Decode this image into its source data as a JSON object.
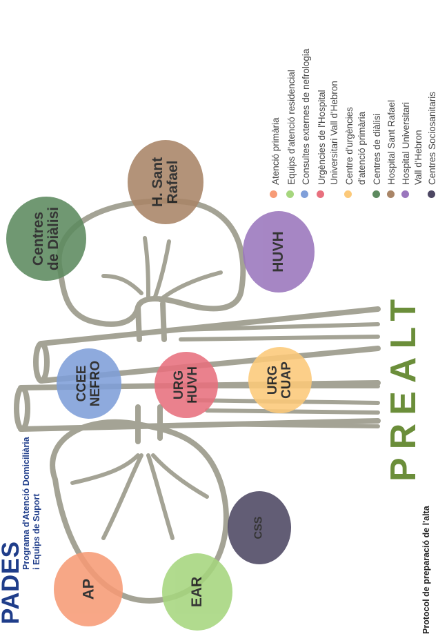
{
  "pades": {
    "title": "PADES",
    "subtitle_line1": "Programa d'Atenció Domiciliària",
    "subtitle_line2": "i Equips de Suport",
    "color": "#1f3d8a"
  },
  "prealt": {
    "title": "PREALT",
    "subtitle": "Protocol de preparació de l'alta",
    "color": "#6b8e3a"
  },
  "nodes": [
    {
      "id": "ap",
      "lines": [
        "AP"
      ],
      "color": "#f79b76"
    },
    {
      "id": "ear",
      "lines": [
        "EAR"
      ],
      "color": "#a6d67e"
    },
    {
      "id": "css",
      "lines": [
        "CSS"
      ],
      "color": "#4d4763"
    },
    {
      "id": "ccee-nefro",
      "lines": [
        "CCEE",
        "NEFRO"
      ],
      "color": "#7f9fd9"
    },
    {
      "id": "urg-huvh",
      "lines": [
        "URG",
        "HUVH"
      ],
      "color": "#e8707e"
    },
    {
      "id": "urg-cuap",
      "lines": [
        "URG",
        "CUAP"
      ],
      "color": "#fcc979"
    },
    {
      "id": "centres-dialisi",
      "lines": [
        "Centres",
        "de Diàlisi"
      ],
      "color": "#5d8a5f"
    },
    {
      "id": "h-sant-rafael",
      "lines": [
        "H. Sant",
        "Rafael"
      ],
      "color": "#a98567"
    },
    {
      "id": "huvh",
      "lines": [
        "HUVH"
      ],
      "color": "#9a76bd"
    }
  ],
  "legend": [
    {
      "label": "Atenció primària",
      "color": "#f79b76"
    },
    {
      "label": "Equips d'atenció residencial",
      "color": "#a6d67e"
    },
    {
      "label": "Consultes externes de nefrologia",
      "color": "#7f9fd9"
    },
    {
      "label": "Urgències de l'Hospital",
      "label2": "Universitari Vall d'Hebron",
      "color": "#e8707e"
    },
    {
      "label": "Centre d'urgències",
      "label2": "d'atenció primària",
      "color": "#fcc979"
    },
    {
      "label": "Centres de diàlisi",
      "color": "#5d8a5f"
    },
    {
      "label": "Hospital Sant Rafael",
      "color": "#a98567"
    },
    {
      "label": "Hospital Universitari",
      "label2": "Vall d'Hebron",
      "color": "#9a76bd"
    },
    {
      "label": "Centres Sociosanitaris",
      "color": "#4d4763"
    }
  ]
}
